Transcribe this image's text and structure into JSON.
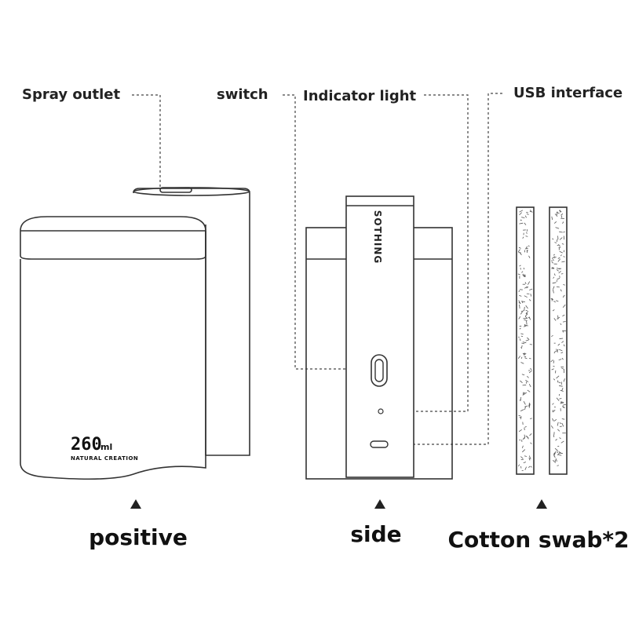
{
  "callouts": {
    "spray_outlet": "Spray outlet",
    "switch": "switch",
    "indicator_light": "Indicator light",
    "usb_interface": "USB interface"
  },
  "views": {
    "positive": "positive",
    "side": "side",
    "cotton_swab": "Cotton swab*2"
  },
  "device": {
    "capacity_number": "260",
    "capacity_unit": "ml",
    "subtitle": "NATURAL CREATION",
    "brand": "SOTHING"
  },
  "colors": {
    "line": "#333333",
    "text": "#111111",
    "background": "#ffffff"
  }
}
